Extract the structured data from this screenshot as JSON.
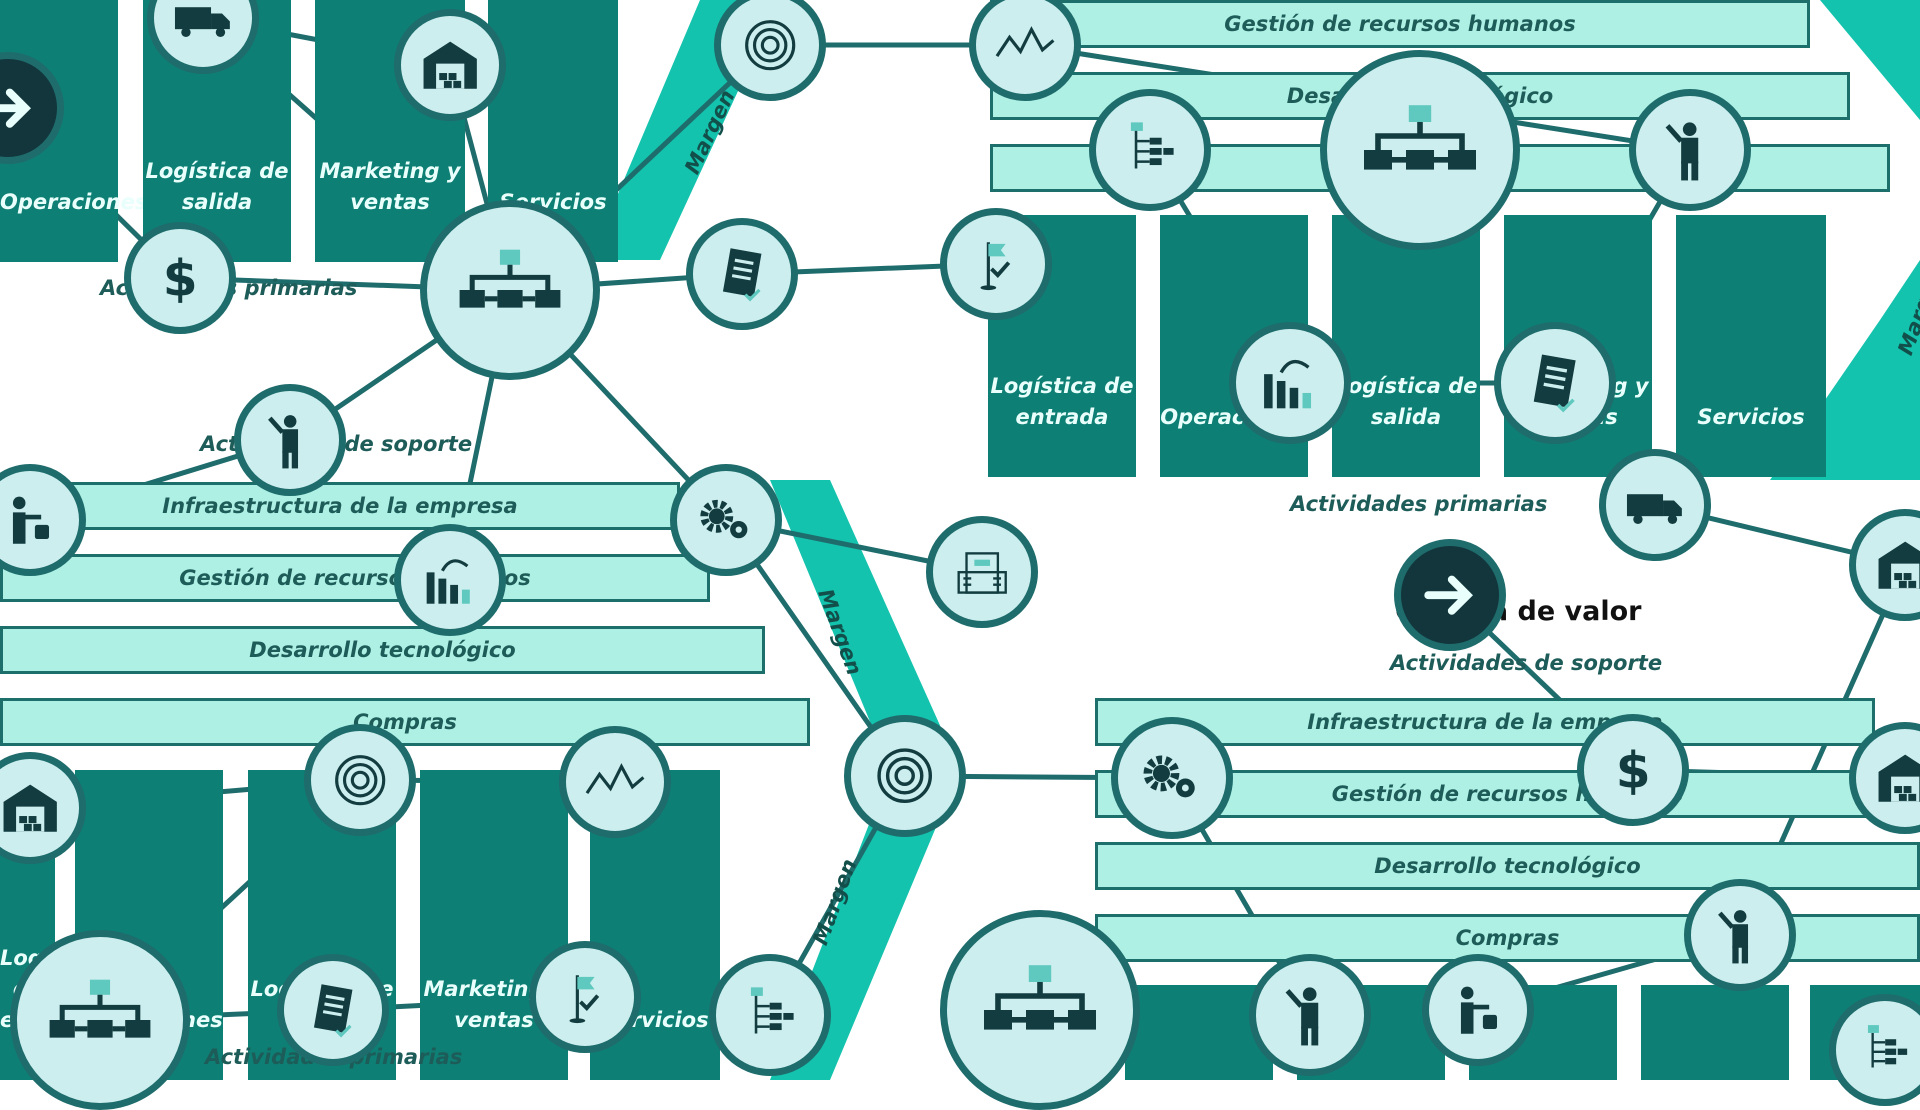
{
  "diagram": {
    "title": "Cadena de valor",
    "support_label": "Actividades de soporte",
    "primary_label": "Actividades primarias",
    "support_bars": [
      "Infraestructura de la empresa",
      "Gestión de recursos humanos",
      "Desarrollo tecnológico",
      "Compras"
    ],
    "primary_columns": {
      "inbound": "Logística de entrada",
      "operations": "Operaciones",
      "outbound": "Logística de salida",
      "marketing": "Marketing y ventas",
      "services": "Servicios"
    },
    "margin_label": "Margen"
  },
  "colors": {
    "bar_fill": "#aef0e4",
    "column_fill": "#0e7f74",
    "margin_fill": "#14c3ad",
    "node_fill": "#cdeeee",
    "node_ring": "#1e6c6c",
    "icon_color": "#123c40"
  },
  "icons": [
    "flowchart-icon",
    "dollar-icon",
    "person-icon",
    "chart-icon",
    "gears-icon",
    "building-icon",
    "target-icon",
    "document-icon",
    "flag-icon",
    "warehouse-icon",
    "truck-icon",
    "wave-icon",
    "tree-icon",
    "arrow-right-icon",
    "presenter-icon"
  ]
}
